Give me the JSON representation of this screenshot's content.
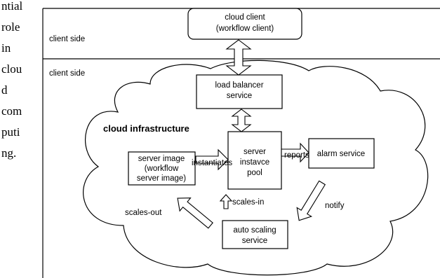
{
  "left_column": {
    "lines": [
      "ntial",
      "role",
      "in",
      "clou",
      "d",
      "com",
      "puti",
      "ng."
    ]
  },
  "diagram": {
    "zones": [
      "client side",
      "client side"
    ],
    "region_label": "cloud infrastructure",
    "nodes": {
      "cloud_client": [
        "cloud client",
        "(workflow client)"
      ],
      "load_balancer": [
        "load balancer",
        "service"
      ],
      "server_instance_pool": [
        "server",
        "instavce",
        "pool"
      ],
      "server_image": [
        "server image",
        "(workflow",
        "server image)"
      ],
      "alarm_service": [
        "alarm service"
      ],
      "auto_scaling": [
        "auto scaling",
        "service"
      ]
    },
    "edge_labels": {
      "instantiates": "instantiates",
      "reports": "reports",
      "notify": "notify",
      "scales_in": "scales-in",
      "scales_out": "scales-out"
    }
  },
  "colors": {
    "stroke": "#000000",
    "background": "#ffffff",
    "text": "#000000"
  }
}
